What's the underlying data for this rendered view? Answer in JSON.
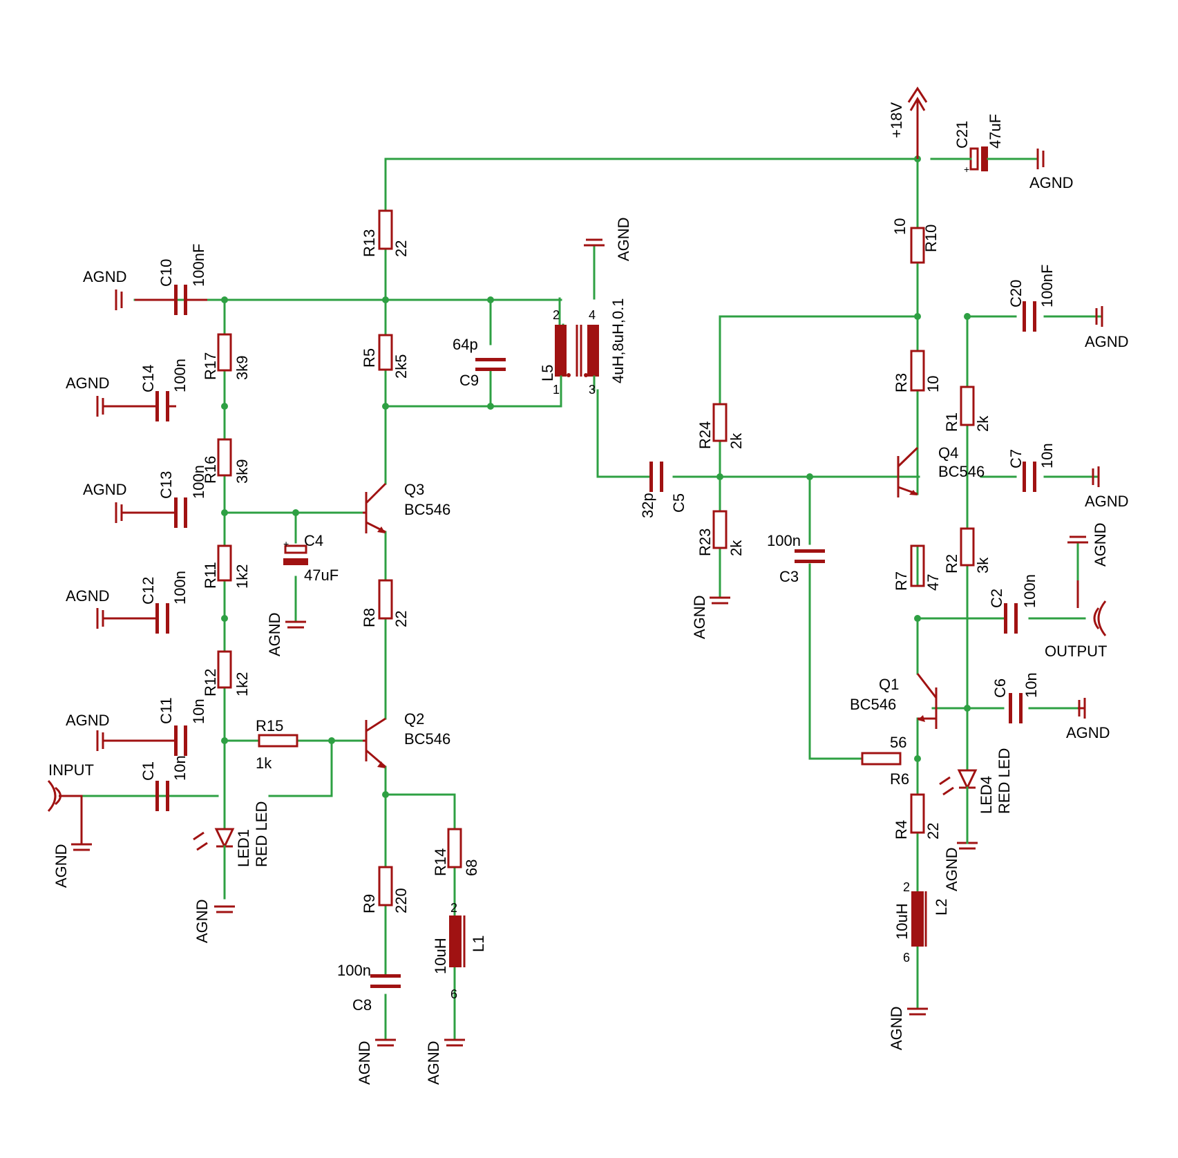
{
  "supply": "+18V",
  "ground": "AGND",
  "connectors": {
    "input": "INPUT",
    "output": "OUTPUT"
  },
  "resistors": {
    "R1": "2k",
    "R2": "3k",
    "R3": "10",
    "R4": "22",
    "R5": "2k5",
    "R6": "56",
    "R7": "47",
    "R8": "22",
    "R9": "220",
    "R10": "10",
    "R11": "1k2",
    "R12": "1k2",
    "R13": "22",
    "R14": "68",
    "R15": "1k",
    "R16": "3k9",
    "R17": "3k9",
    "R23": "2k",
    "R24": "2k"
  },
  "capacitors": {
    "C1": "10n",
    "C2": "100n",
    "C3": "100n",
    "C4": "47uF",
    "C5": "32p",
    "C6": "10n",
    "C7": "10n",
    "C8": "100n",
    "C9": "64p",
    "C10": "100nF",
    "C11": "10n",
    "C12": "100n",
    "C13": "100n",
    "C14": "100n",
    "C20": "100nF",
    "C21": "47uF"
  },
  "transistors": {
    "Q1": "BC546",
    "Q2": "BC546",
    "Q3": "BC546",
    "Q4": "BC546"
  },
  "inductors": {
    "L1": "10uH",
    "L2": "10uH"
  },
  "transformer": {
    "name": "L5",
    "value": "4uH,8uH,0.1",
    "pins": [
      "1",
      "2",
      "3",
      "4"
    ]
  },
  "inductor_pins": [
    "2",
    "6"
  ],
  "leds": {
    "LED1": "RED LED",
    "LED4": "RED LED"
  },
  "polarity_mark": "+"
}
